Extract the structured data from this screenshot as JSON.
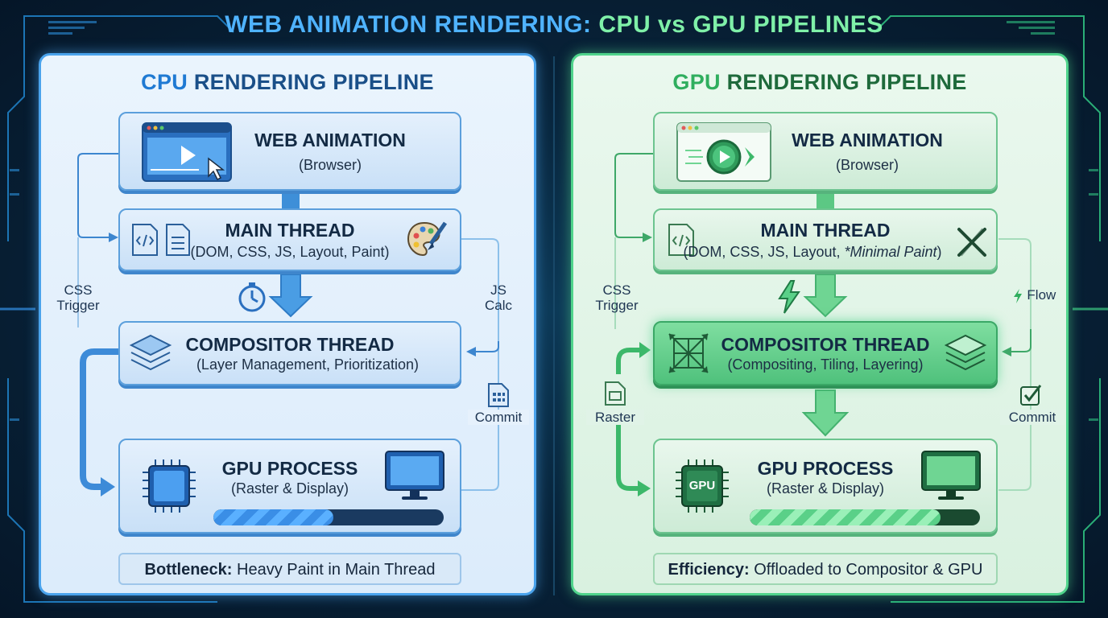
{
  "title": {
    "part1": "WEB ANIMATION RENDERING: ",
    "part2": "CPU vs GPU PIPELINES"
  },
  "colors": {
    "cpu_accent": "#4aa3ec",
    "gpu_accent": "#4fd38b",
    "background": "#082238"
  },
  "cpu": {
    "title_prefix": "CPU",
    "title_rest": " RENDERING PIPELINE",
    "web_animation": {
      "title": "WEB ANIMATION",
      "sub": "(Browser)"
    },
    "main_thread": {
      "title": "MAIN THREAD",
      "sub": "(DOM, CSS, JS, Layout, Paint)"
    },
    "compositor": {
      "title": "COMPOSITOR THREAD",
      "sub": "(Layer Management, Prioritization)"
    },
    "gpu_process": {
      "title": "GPU PROCESS",
      "sub": "(Raster & Display)",
      "progress": 0.52
    },
    "labels": {
      "left": "CSS\nTrigger",
      "right": "JS\nCalc",
      "commit": "Commit"
    },
    "note": {
      "bold": "Bottleneck:",
      "text": " Heavy Paint in Main Thread"
    }
  },
  "gpu": {
    "title_prefix": "GPU",
    "title_rest": " RENDERING PIPELINE",
    "web_animation": {
      "title": "WEB ANIMATION",
      "sub": "(Browser)"
    },
    "main_thread": {
      "title": "MAIN THREAD",
      "sub_plain": "(DOM, CSS, JS, Layout, ",
      "sub_italic": "*Minimal Paint",
      "sub_close": ")"
    },
    "compositor": {
      "title": "COMPOSITOR THREAD",
      "sub": "(Compositing, Tiling, Layering)"
    },
    "gpu_process": {
      "title": "GPU PROCESS",
      "sub": "(Raster & Display)",
      "chip_label": "GPU",
      "progress": 0.83
    },
    "labels": {
      "left": "CSS\nTrigger",
      "right": "Flow",
      "commit": "Commit",
      "raster": "Raster"
    },
    "note": {
      "bold": "Efficiency:",
      "text": " Offloaded to Compositor & GPU"
    }
  }
}
